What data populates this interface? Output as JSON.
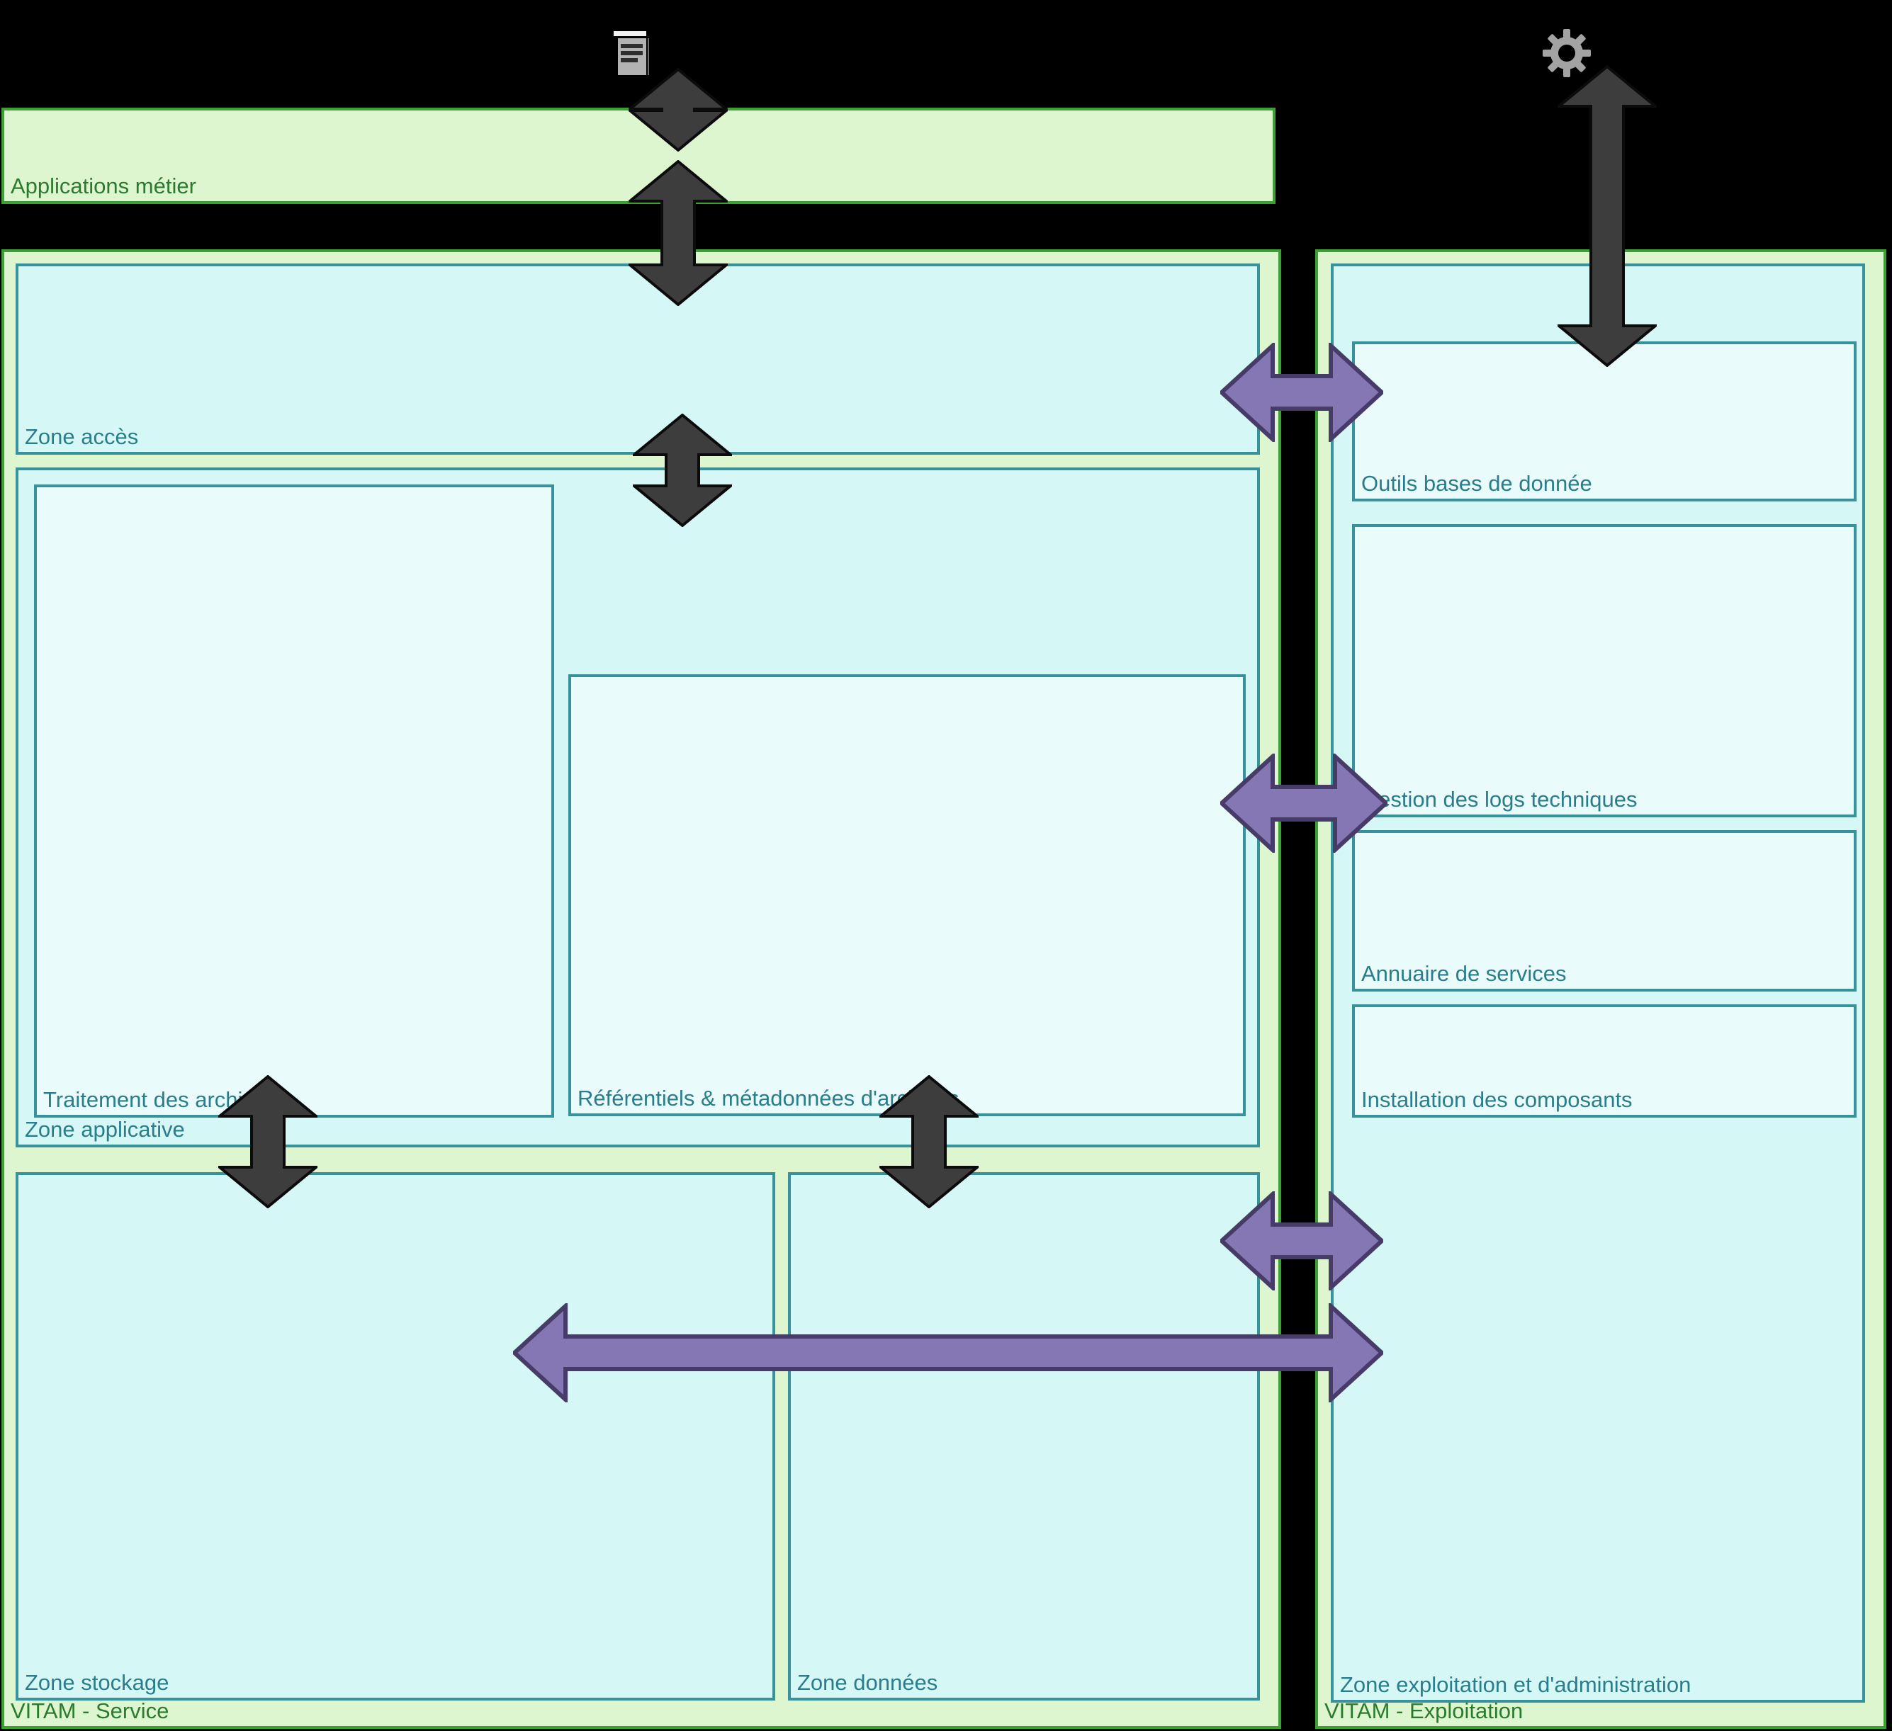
{
  "colors": {
    "bg": "#000000",
    "green_border": "#3aa132",
    "green_fill": "#ddf6d0",
    "cyan_fill": "#d5f8f6",
    "box_fill": "#eafbfc",
    "teal_border": "#37929b",
    "teal_text": "#2a7d8a",
    "green_text": "#2c7a2e",
    "dark_arrow": "#3d3d3d",
    "purple_arrow": "#8577b3",
    "purple_edge": "#473b68"
  },
  "top": {
    "applications_metier": "Applications métier"
  },
  "icons": {
    "document": "document",
    "gear": "gear"
  },
  "service": {
    "title": "VITAM - Service",
    "zones": {
      "acces": "Zone accès",
      "applicative": "Zone applicative",
      "traitement": "Traitement des archives",
      "referentiels": "Référentiels & métadonnées d'archives",
      "stockage": "Zone stockage",
      "donnees": "Zone données"
    }
  },
  "exploitation": {
    "title": "VITAM - Exploitation",
    "zone": "Zone exploitation et d'administration",
    "boxes": {
      "outils": "Outils bases de donnée",
      "logs": "Gestion des logs techniques",
      "annuaire": "Annuaire de services",
      "installation": "Installation des composants"
    }
  }
}
